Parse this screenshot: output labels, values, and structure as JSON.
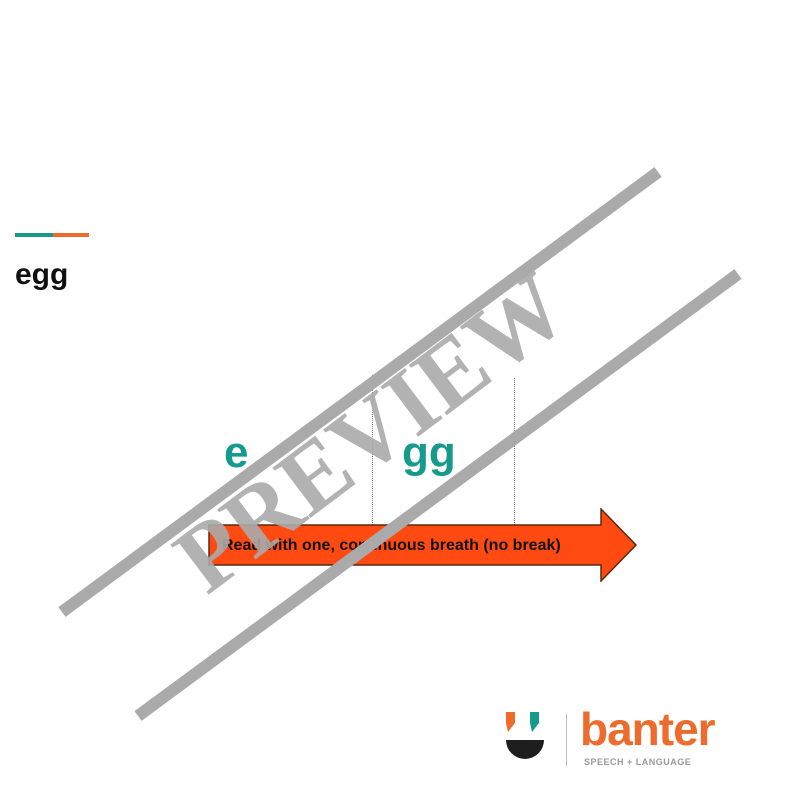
{
  "heading": {
    "word": "egg"
  },
  "segments": [
    {
      "text": "e"
    },
    {
      "text": "gg"
    }
  ],
  "arrow": {
    "label": "Read with one, continuous breath (no break)"
  },
  "watermark": {
    "text": "PREVIEW"
  },
  "logo": {
    "name": "banter",
    "tagline": "SPEECH + LANGUAGE"
  },
  "colors": {
    "teal": "#159a8c",
    "orange": "#ec6b2d",
    "arrow_fill": "#ff4a12",
    "watermark_gray": "#aaaaaa",
    "logo_dark": "#1e1e1e"
  }
}
